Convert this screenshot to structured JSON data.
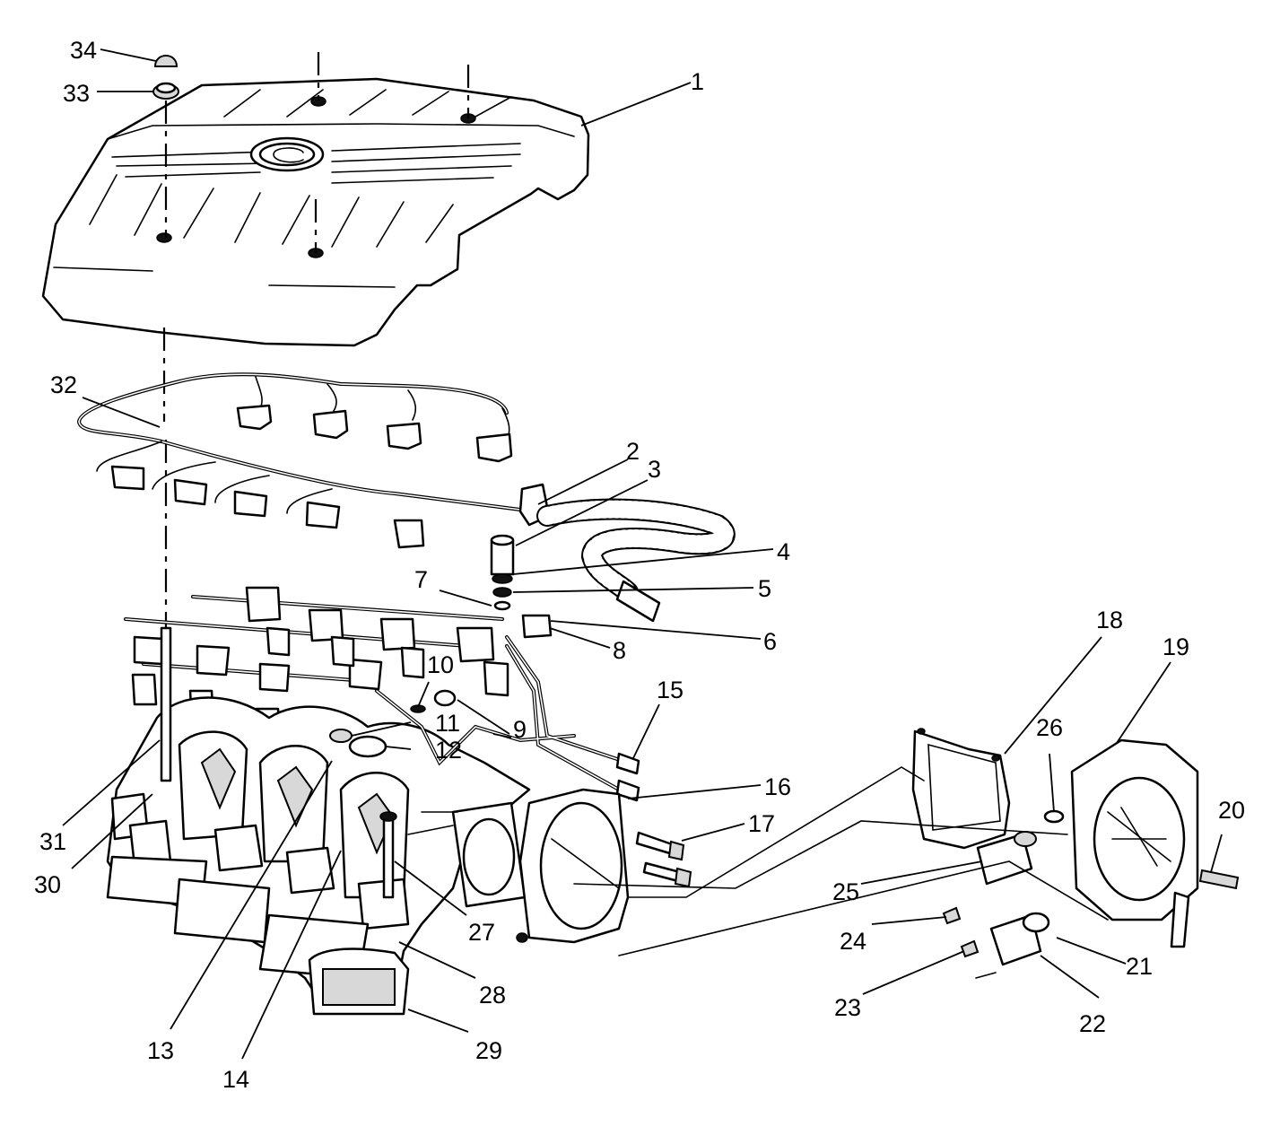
{
  "callouts": [
    {
      "id": "c1",
      "label": "1"
    },
    {
      "id": "c2",
      "label": "2"
    },
    {
      "id": "c3",
      "label": "3"
    },
    {
      "id": "c4",
      "label": "4"
    },
    {
      "id": "c5",
      "label": "5"
    },
    {
      "id": "c6",
      "label": "6"
    },
    {
      "id": "c7",
      "label": "7"
    },
    {
      "id": "c8",
      "label": "8"
    },
    {
      "id": "c9",
      "label": "9"
    },
    {
      "id": "c10",
      "label": "10"
    },
    {
      "id": "c11",
      "label": "11"
    },
    {
      "id": "c12",
      "label": "12"
    },
    {
      "id": "c13",
      "label": "13"
    },
    {
      "id": "c14",
      "label": "14"
    },
    {
      "id": "c15",
      "label": "15"
    },
    {
      "id": "c16",
      "label": "16"
    },
    {
      "id": "c17",
      "label": "17"
    },
    {
      "id": "c18",
      "label": "18"
    },
    {
      "id": "c19",
      "label": "19"
    },
    {
      "id": "c20",
      "label": "20"
    },
    {
      "id": "c21",
      "label": "21"
    },
    {
      "id": "c22",
      "label": "22"
    },
    {
      "id": "c23",
      "label": "23"
    },
    {
      "id": "c24",
      "label": "24"
    },
    {
      "id": "c25",
      "label": "25"
    },
    {
      "id": "c26",
      "label": "26"
    },
    {
      "id": "c27",
      "label": "27"
    },
    {
      "id": "c28",
      "label": "28"
    },
    {
      "id": "c29",
      "label": "29"
    },
    {
      "id": "c30",
      "label": "30"
    },
    {
      "id": "c31",
      "label": "31"
    },
    {
      "id": "c32",
      "label": "32"
    },
    {
      "id": "c33",
      "label": "33"
    },
    {
      "id": "c34",
      "label": "34"
    }
  ]
}
